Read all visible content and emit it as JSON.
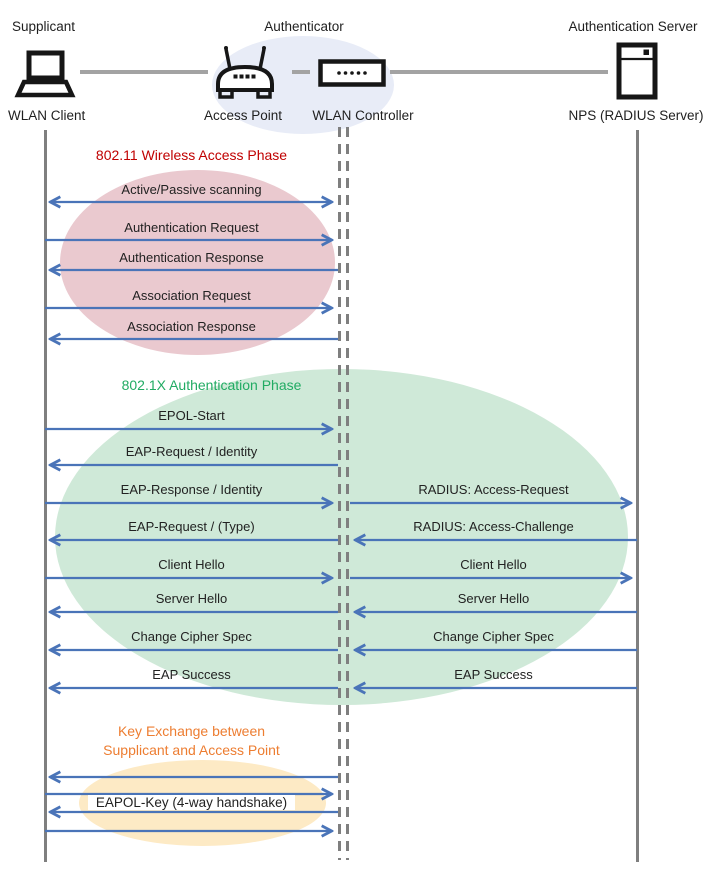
{
  "header": {
    "roles": {
      "supplicant": "Supplicant",
      "authenticator": "Authenticator",
      "server": "Authentication Server"
    },
    "devices": {
      "client": "WLAN Client",
      "access_point": "Access Point",
      "controller": "WLAN Controller",
      "nps": "NPS (RADIUS Server)"
    }
  },
  "phase1": {
    "title": "802.11 Wireless Access Phase",
    "messages": [
      "Active/Passive scanning",
      "Authentication Request",
      "Authentication Response",
      "Association Request",
      "Association Response"
    ]
  },
  "phase2": {
    "title": "802.1X Authentication Phase",
    "client_messages": [
      "EPOL-Start",
      "EAP-Request / Identity",
      "EAP-Response / Identity",
      "EAP-Request / (Type)",
      "Client Hello",
      "Server Hello",
      "Change Cipher Spec",
      "EAP Success"
    ],
    "server_messages": [
      "RADIUS: Access-Request",
      "RADIUS: Access-Challenge",
      "Client Hello",
      "Server Hello",
      "Change Cipher Spec",
      "EAP Success"
    ]
  },
  "phase3": {
    "title_line1": "Key Exchange between",
    "title_line2": "Supplicant and Access Point",
    "message": "EAPOL-Key (4-way handshake)"
  },
  "colors": {
    "arrow": "#4a74b8",
    "lifeline": "#7f7f7f",
    "connector": "#a3a3a3",
    "phase1_fill": "#eac9cf",
    "phase1_title": "#c00000",
    "phase2_fill": "#cfe9d8",
    "phase2_title": "#21ab63",
    "phase3_fill": "#fdeac5",
    "phase3_title": "#ed7d31",
    "authenticator_fill": "#e8ecf7"
  },
  "icons": {
    "client": "laptop-icon",
    "access_point": "access-point-icon",
    "controller": "wlan-controller-icon",
    "server": "server-icon"
  }
}
